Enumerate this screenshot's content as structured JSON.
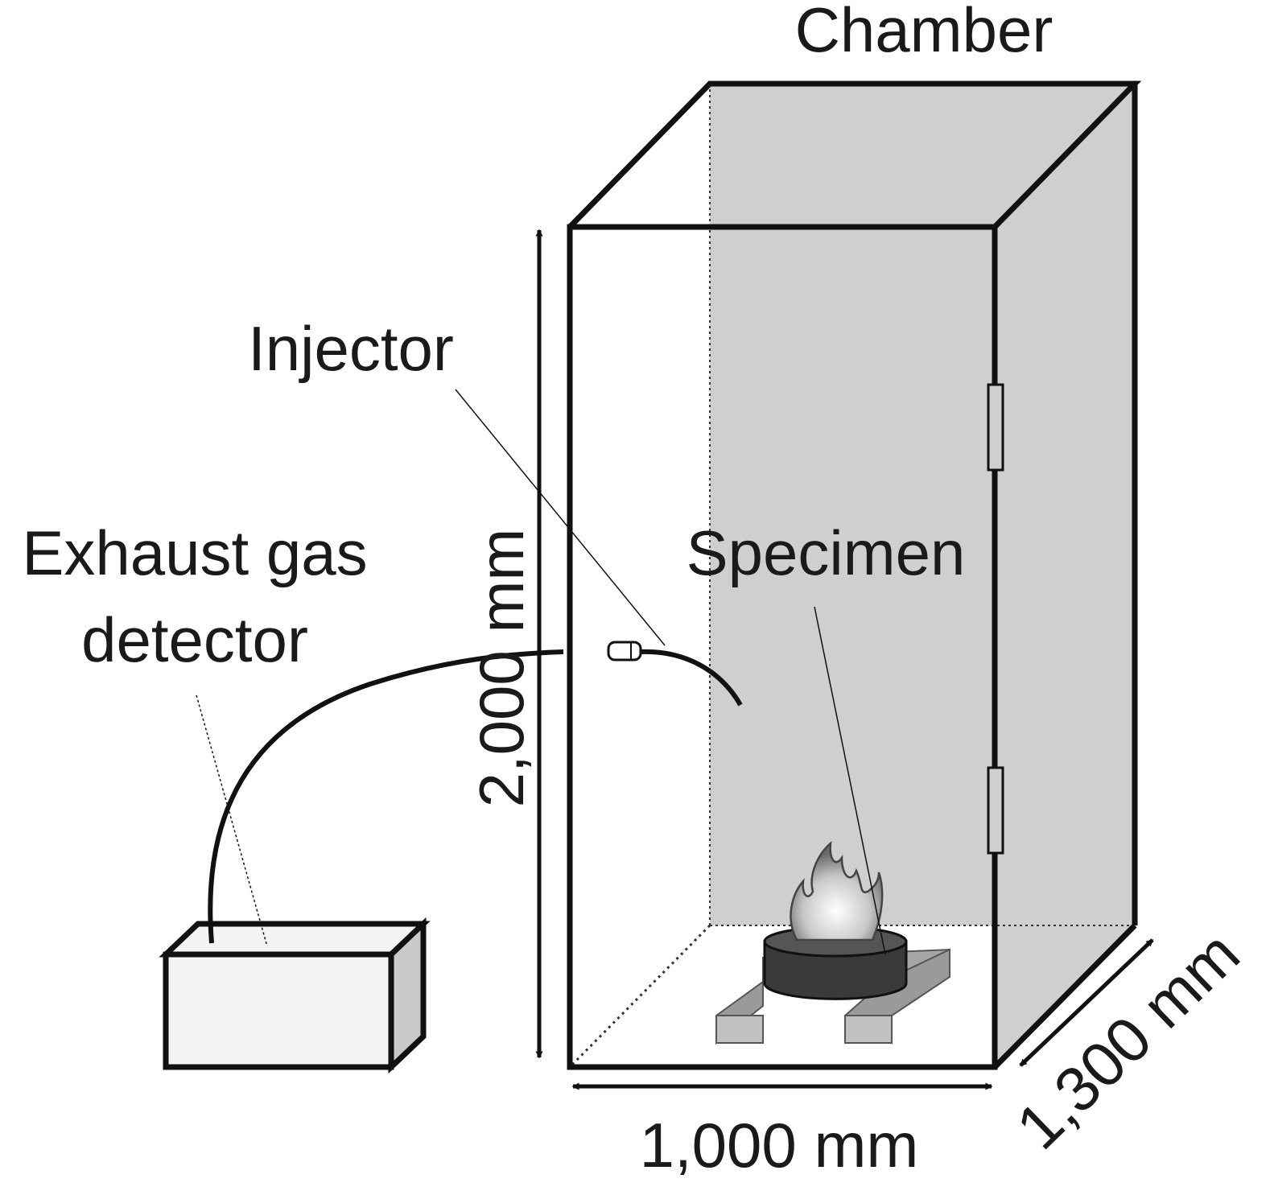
{
  "labels": {
    "chamber": "Chamber",
    "injector": "Injector",
    "specimen": "Specimen",
    "detector_line1": "Exhaust gas",
    "detector_line2": "detector"
  },
  "dimensions": {
    "height": "2,000 mm",
    "width": "1,000 mm",
    "depth": "1,300 mm"
  },
  "colors": {
    "back_wall": "#cfcfcf",
    "outline": "#111111",
    "pan": "#3a3a3a",
    "support": "#c2c2c2",
    "detector_box": "#f3f4f3"
  }
}
